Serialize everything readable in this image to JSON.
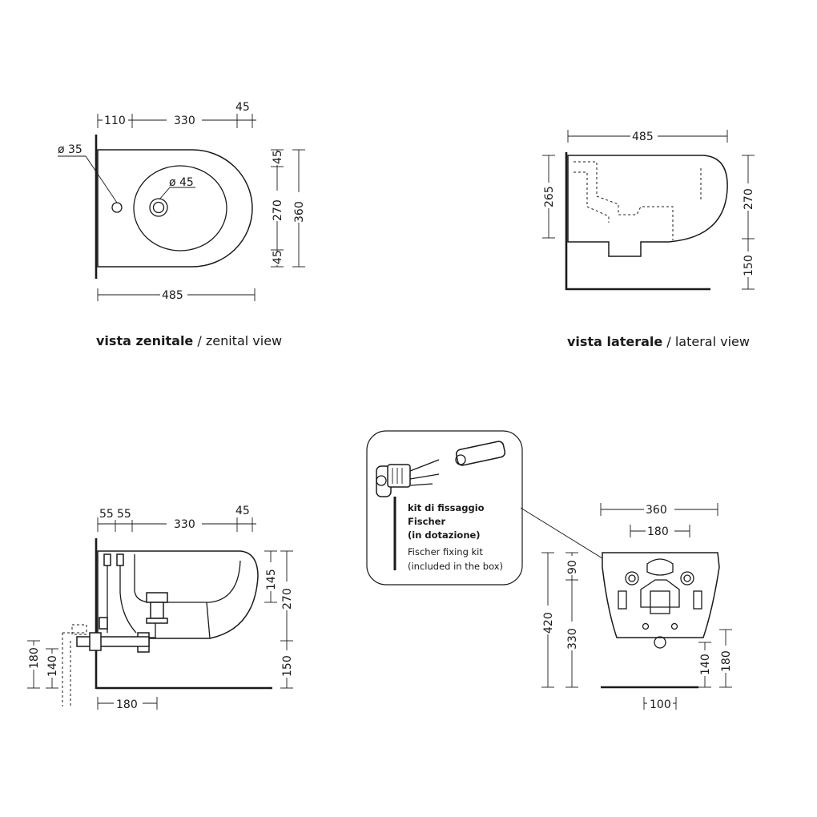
{
  "views": {
    "top": {
      "caption_bold": "vista zenitale",
      "caption_sep": " / ",
      "caption_regular": "zenital view",
      "dims": {
        "d110": "110",
        "d330": "330",
        "d45a": "45",
        "phi35": "ø 35",
        "phi45": "ø 45",
        "d45b": "45",
        "d270": "270",
        "d360": "360",
        "d45c": "45",
        "d485": "485"
      }
    },
    "lateral": {
      "caption_bold": "vista laterale",
      "caption_sep": " / ",
      "caption_regular": "lateral view",
      "dims": {
        "d485": "485",
        "d265": "265",
        "d270": "270",
        "d150": "150"
      }
    },
    "section": {
      "dims": {
        "d55a": "55",
        "d55b": "55",
        "d330": "330",
        "d45": "45",
        "d145": "145",
        "d270": "270",
        "d150": "150",
        "d180v": "180",
        "d140v": "140",
        "d180h": "180"
      }
    },
    "front": {
      "dims": {
        "d360": "360",
        "d180": "180",
        "d90": "90",
        "d420": "420",
        "d330": "330",
        "d140": "140",
        "d180v": "180",
        "d100": "100"
      }
    },
    "kit": {
      "line1": "kit di fissaggio",
      "line2": "Fischer",
      "line3": "(in dotazione)",
      "line4": "Fischer fixing kit",
      "line5": "(included in the box)"
    }
  }
}
